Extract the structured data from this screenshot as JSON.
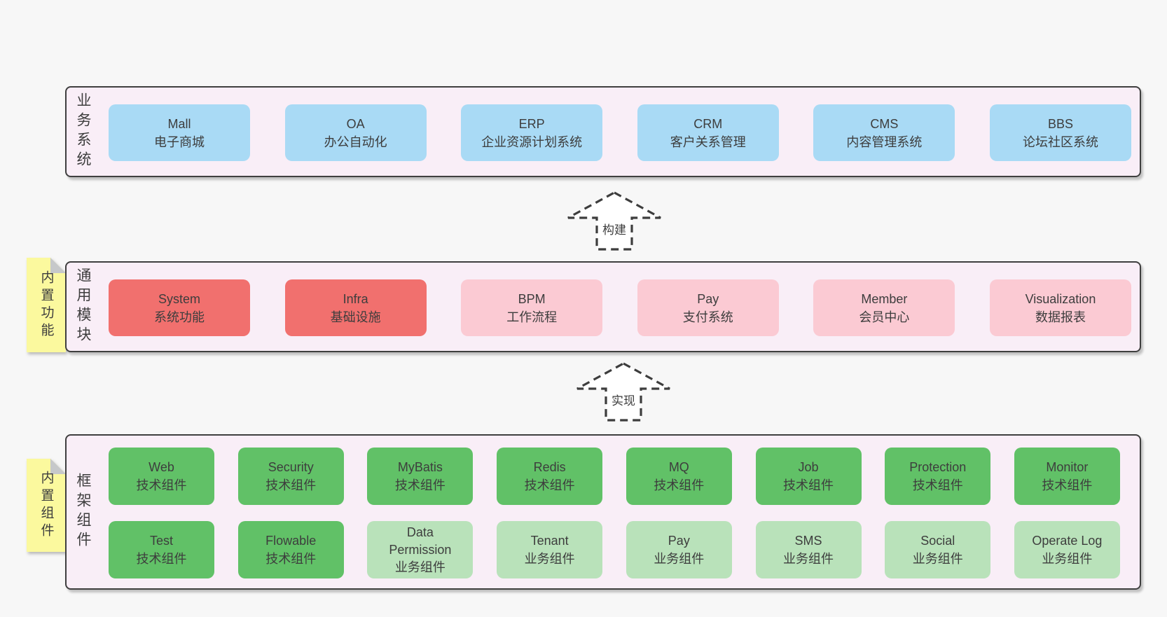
{
  "colors": {
    "page_background": "#f7f7f7",
    "container_fill": "#f9eef7",
    "container_border": "#3f3f3f",
    "blue_box": "#a9daf5",
    "red_box": "#f1706e",
    "pink_box": "#fbcad3",
    "green_box": "#61c167",
    "light_green_box": "#b9e2ba",
    "sticky_yellow": "#fbf99e",
    "sticky_fold_gray": "#c6c8ca",
    "text": "#3d3d3d"
  },
  "layers": [
    {
      "title": "业务系统",
      "boxes": [
        {
          "en": "Mall",
          "zh": "电子商城"
        },
        {
          "en": "OA",
          "zh": "办公自动化"
        },
        {
          "en": "ERP",
          "zh": "企业资源计划系统"
        },
        {
          "en": "CRM",
          "zh": "客户关系管理"
        },
        {
          "en": "CMS",
          "zh": "内容管理系统"
        },
        {
          "en": "BBS",
          "zh": "论坛社区系统"
        }
      ]
    },
    {
      "title": "通用模块",
      "sticky": "内置功能",
      "boxes": [
        {
          "en": "System",
          "zh": "系统功能"
        },
        {
          "en": "Infra",
          "zh": "基础设施"
        },
        {
          "en": "BPM",
          "zh": "工作流程"
        },
        {
          "en": "Pay",
          "zh": "支付系统"
        },
        {
          "en": "Member",
          "zh": "会员中心"
        },
        {
          "en": "Visualization",
          "zh": "数据报表"
        }
      ]
    },
    {
      "title": "框架组件",
      "sticky": "内置组件",
      "rows": [
        [
          {
            "en": "Web",
            "zh": "技术组件"
          },
          {
            "en": "Security",
            "zh": "技术组件"
          },
          {
            "en": "MyBatis",
            "zh": "技术组件"
          },
          {
            "en": "Redis",
            "zh": "技术组件"
          },
          {
            "en": "MQ",
            "zh": "技术组件"
          },
          {
            "en": "Job",
            "zh": "技术组件"
          },
          {
            "en": "Protection",
            "zh": "技术组件"
          },
          {
            "en": "Monitor",
            "zh": "技术组件"
          }
        ],
        [
          {
            "en": "Test",
            "zh": "技术组件"
          },
          {
            "en": "Flowable",
            "zh": "技术组件"
          },
          {
            "en": "Data Permission",
            "zh": "业务组件"
          },
          {
            "en": "Tenant",
            "zh": "业务组件"
          },
          {
            "en": "Pay",
            "zh": "业务组件"
          },
          {
            "en": "SMS",
            "zh": "业务组件"
          },
          {
            "en": "Social",
            "zh": "业务组件"
          },
          {
            "en": "Operate Log",
            "zh": "业务组件"
          }
        ]
      ]
    }
  ],
  "arrows": [
    {
      "label": "构建"
    },
    {
      "label": "实现"
    }
  ]
}
